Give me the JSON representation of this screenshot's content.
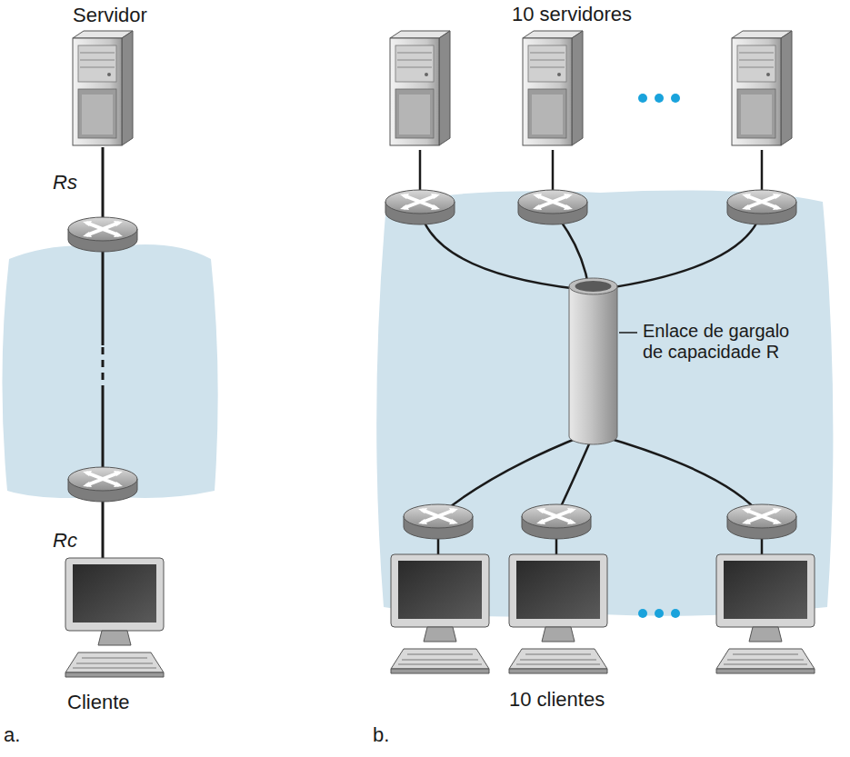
{
  "diagram": {
    "nodes": [
      {
        "text": [
          "Servidor"
        ]
      },
      {
        "text": [
          "Cliente"
        ]
      },
      {
        "text": [
          "Enlace de gargalo de capacidade R"
        ]
      }
    ],
    "edges": [
      {
        "from": 0,
        "to": 1,
        "arrow": "none"
      }
    ],
    "labels": [
      "Rs",
      "Rc",
      "a.",
      "10 servidores",
      "10 clientes",
      "b."
    ]
  }
}
